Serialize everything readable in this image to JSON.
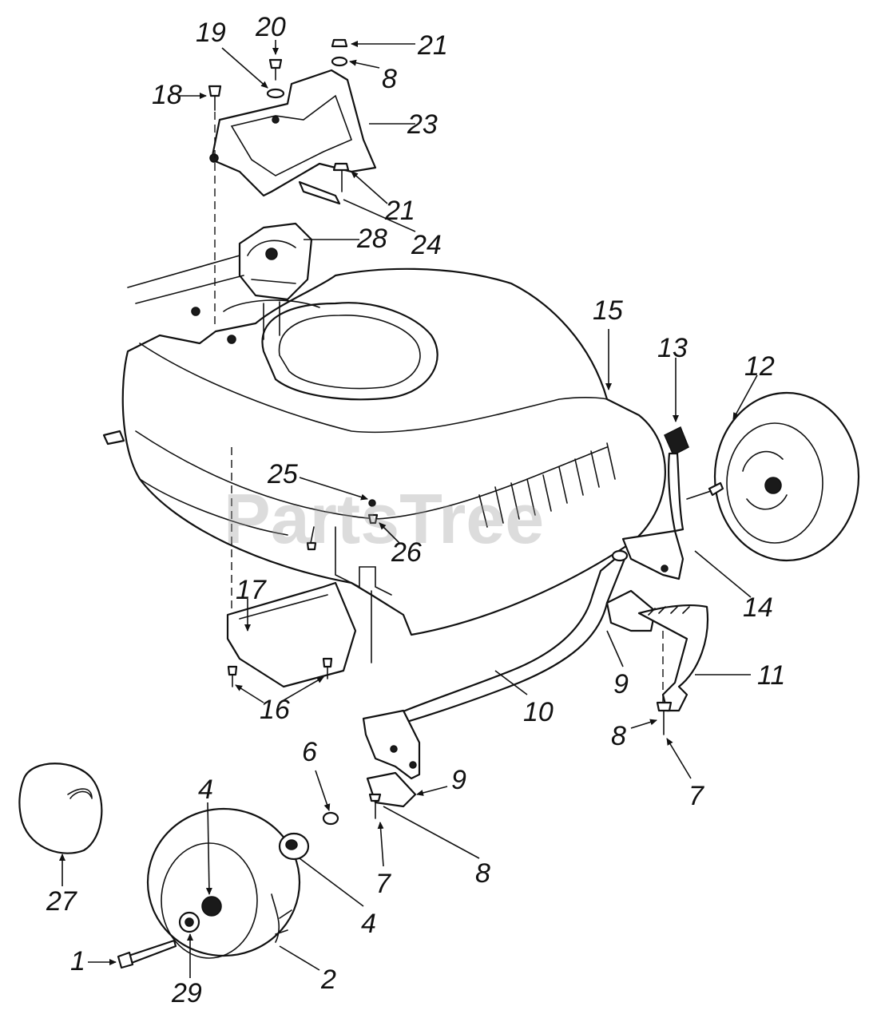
{
  "watermark": "PartsTree",
  "callouts": {
    "c1": "1",
    "c2": "2",
    "c4a": "4",
    "c4b": "4",
    "c6": "6",
    "c7a": "7",
    "c7b": "7",
    "c8a": "8",
    "c8b": "8",
    "c8c": "8",
    "c9a": "9",
    "c9b": "9",
    "c10": "10",
    "c11": "11",
    "c12": "12",
    "c13": "13",
    "c14": "14",
    "c15": "15",
    "c16": "16",
    "c17": "17",
    "c18": "18",
    "c19": "19",
    "c20": "20",
    "c21a": "21",
    "c21b": "21",
    "c23": "23",
    "c24": "24",
    "c25": "25",
    "c26": "26",
    "c27": "27",
    "c28": "28",
    "c29": "29"
  }
}
